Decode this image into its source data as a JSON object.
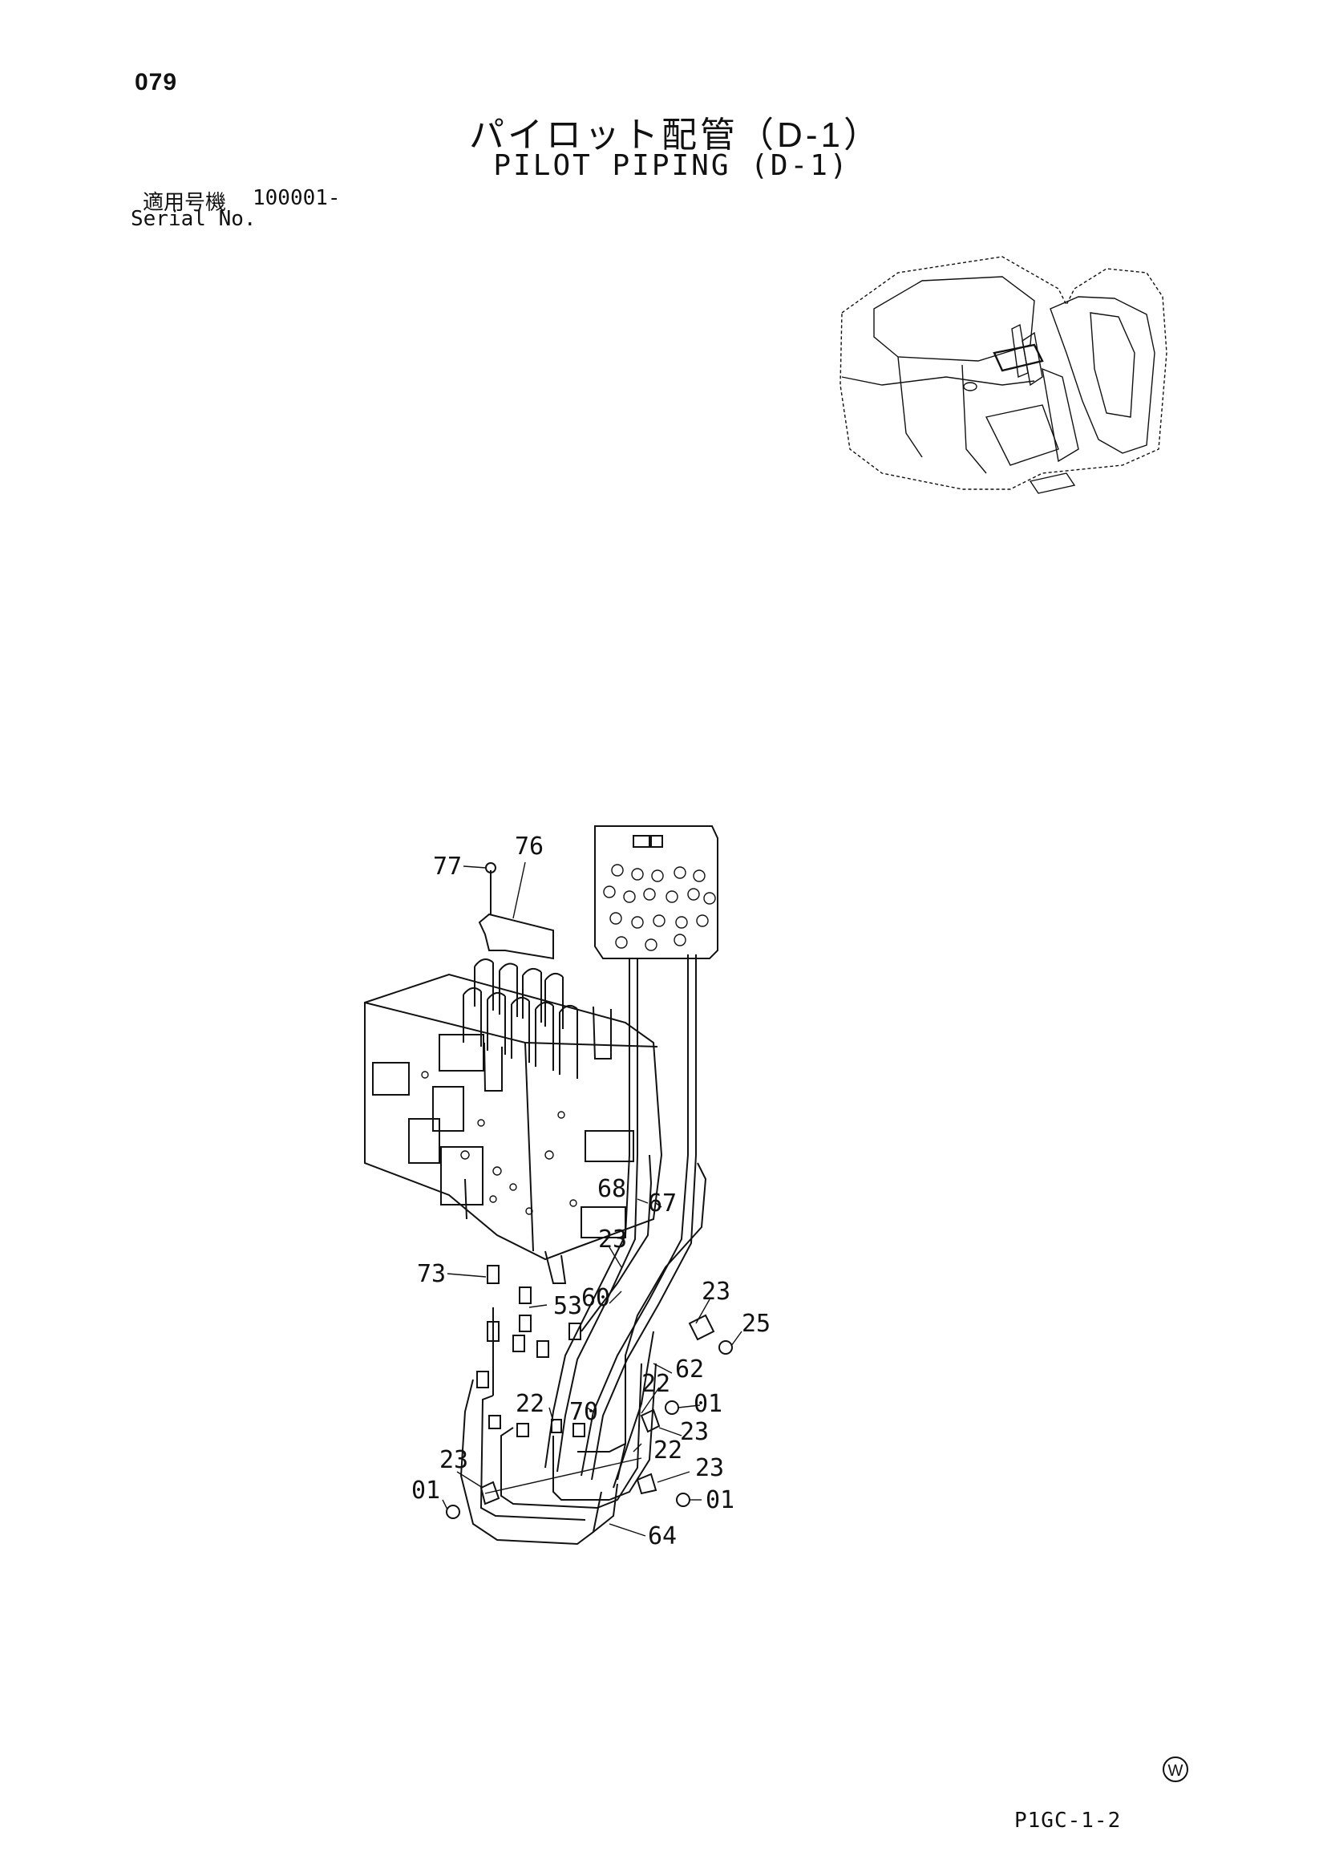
{
  "header": {
    "page_number": "079",
    "title_jp": "パイロット配管（D-1）",
    "title_en": "PILOT PIPING (D-1)"
  },
  "serial": {
    "label_jp": "適用号機",
    "value": "100001-",
    "label_en": "Serial No."
  },
  "footer": {
    "code": "P1GC-1-2",
    "mark": "W"
  },
  "callouts": [
    {
      "id": "c77",
      "label": "77"
    },
    {
      "id": "c76",
      "label": "76"
    },
    {
      "id": "c68",
      "label": "68"
    },
    {
      "id": "c67",
      "label": "67"
    },
    {
      "id": "c23a",
      "label": "23"
    },
    {
      "id": "c73",
      "label": "73"
    },
    {
      "id": "c53",
      "label": "53"
    },
    {
      "id": "c60",
      "label": "60"
    },
    {
      "id": "c23b",
      "label": "23"
    },
    {
      "id": "c25",
      "label": "25"
    },
    {
      "id": "c62",
      "label": "62"
    },
    {
      "id": "c22a",
      "label": "22"
    },
    {
      "id": "c22b",
      "label": "22"
    },
    {
      "id": "c70",
      "label": "70"
    },
    {
      "id": "c01a",
      "label": "01"
    },
    {
      "id": "c23c",
      "label": "23"
    },
    {
      "id": "c22c",
      "label": "22"
    },
    {
      "id": "c23d",
      "label": "23"
    },
    {
      "id": "c01b",
      "label": "01"
    },
    {
      "id": "c23e",
      "label": "23"
    },
    {
      "id": "c01c",
      "label": "01"
    },
    {
      "id": "c64",
      "label": "64"
    }
  ]
}
